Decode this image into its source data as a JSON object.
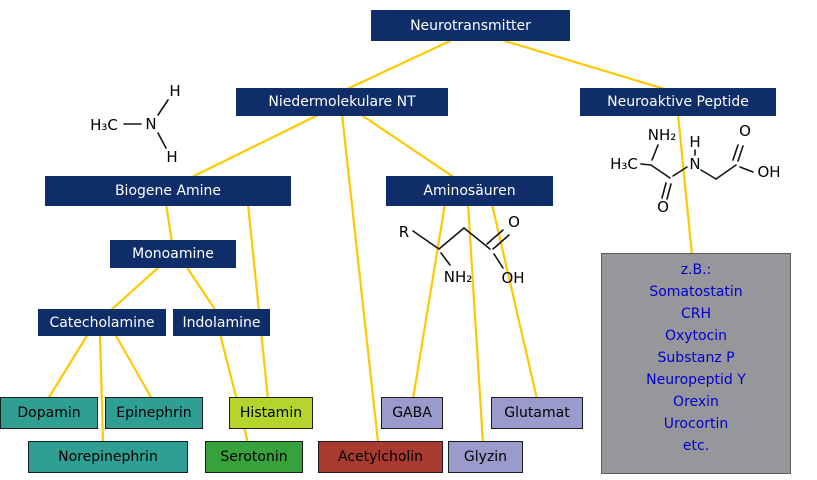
{
  "palette": {
    "navy": "#0e2d69",
    "teal": "#2f9e93",
    "yellow_green": "#b5d42e",
    "green": "#37a13c",
    "brick_red": "#a83a31",
    "lavender": "#9a9acd",
    "gray_box": "#97979b",
    "connector_gold": "#ffc800",
    "peptide_text_blue": "#0000cc",
    "node_text_white": "#ffffff"
  },
  "nodes": {
    "neurotransmitter": {
      "label": "Neurotransmitter"
    },
    "niedermolekulare": {
      "label": "Niedermolekulare NT"
    },
    "neuroaktive": {
      "label": "Neuroaktive Peptide"
    },
    "biogene": {
      "label": "Biogene Amine"
    },
    "aminosaeuren": {
      "label": "Aminosäuren"
    },
    "monoamine": {
      "label": "Monoamine"
    },
    "catecholamine": {
      "label": "Catecholamine"
    },
    "indolamine": {
      "label": "Indolamine"
    },
    "dopamin": {
      "label": "Dopamin"
    },
    "epinephrin": {
      "label": "Epinephrin"
    },
    "norepinephrin": {
      "label": "Norepinephrin"
    },
    "histamin": {
      "label": "Histamin"
    },
    "serotonin": {
      "label": "Serotonin"
    },
    "acetylcholin": {
      "label": "Acetylcholin"
    },
    "gaba": {
      "label": "GABA"
    },
    "glyzin": {
      "label": "Glyzin"
    },
    "glutamat": {
      "label": "Glutamat"
    }
  },
  "peptide_box": {
    "lines": [
      "z.B.:",
      "Somatostatin",
      "CRH",
      "Oxytocin",
      "Substanz P",
      "Neuropeptid Y",
      "Orexin",
      "Urocortin",
      "etc."
    ]
  },
  "structures": {
    "methylamine": {
      "h3c": "H₃C",
      "n": "N",
      "h_top": "H",
      "h_bottom": "H"
    },
    "amino_acid": {
      "r": "R",
      "nh2": "NH₂",
      "o": "O",
      "oh": "OH"
    },
    "dipeptide": {
      "nh2": "NH₂",
      "h3c": "H₃C",
      "o_lower": "O",
      "n": "N",
      "h": "H",
      "o_upper": "O",
      "oh": "OH"
    }
  }
}
